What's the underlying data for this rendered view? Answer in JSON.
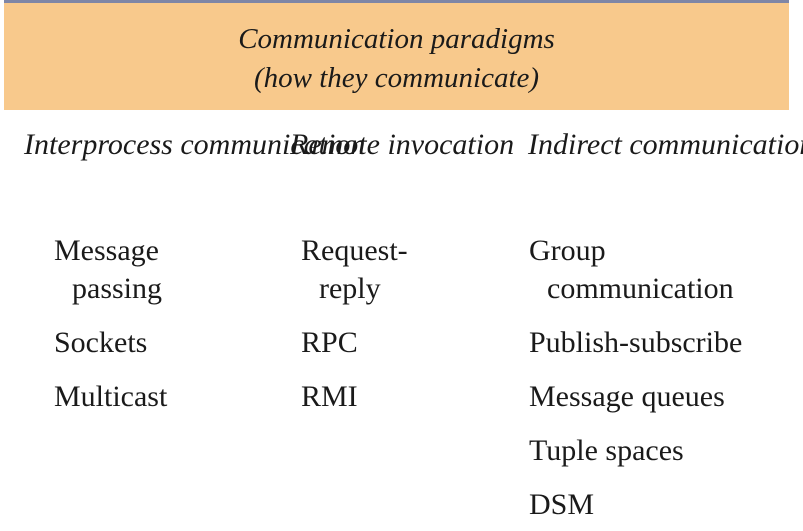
{
  "header": {
    "line1": "Communication paradigms",
    "line2": "(how they communicate)"
  },
  "columns": [
    {
      "title_line1": "Interprocess",
      "title_line2": "communication",
      "items": [
        {
          "line1": "Message",
          "line2": "passing"
        },
        {
          "line1": "Sockets"
        },
        {
          "line1": "Multicast"
        }
      ]
    },
    {
      "title_line1": "Remote",
      "title_line2": "invocation",
      "items": [
        {
          "line1": "Request-",
          "line2": "reply"
        },
        {
          "line1": "RPC"
        },
        {
          "line1": "RMI"
        }
      ]
    },
    {
      "title_line1": "Indirect",
      "title_line2": "communication",
      "items": [
        {
          "line1": "Group",
          "line2": "communication"
        },
        {
          "line1": "Publish-subscribe"
        },
        {
          "line1": "Message queues"
        },
        {
          "line1": "Tuple spaces"
        },
        {
          "line1": "DSM"
        }
      ]
    }
  ],
  "colors": {
    "header_background": "#f8c98c",
    "top_rule": "#7f86a6",
    "text": "#1a1a1a"
  }
}
